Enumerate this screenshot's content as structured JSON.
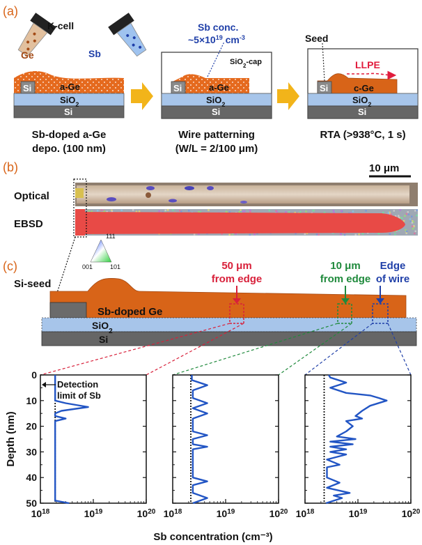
{
  "panel_a": {
    "label": "(a)",
    "kcell": "K-cell",
    "ge_source": "Ge",
    "sb_source": "Sb",
    "layer_si": "Si",
    "layer_sio2_a": "SiO",
    "sub2": "2",
    "layer_age": "a-Ge",
    "layer_cge": "c-Ge",
    "sb_conc_1": "Sb conc.",
    "sb_conc_2": "~5×10",
    "sb_conc_exp": "19",
    "sb_conc_unit": "cm",
    "sb_conc_unit_exp": "-3",
    "sio2cap_a": "SiO",
    "sio2cap_b": "-cap",
    "seed": "Seed",
    "llpe": "LLPE",
    "step1_l1": "Sb-doped a-Ge",
    "step1_l2": "depo. (100 nm)",
    "step2_l1": "Wire patterning",
    "step2_l2": "(W/L = 2/100 μm)",
    "step3_l1": "RTA (>938°C, 1 s)"
  },
  "panel_b": {
    "label": "(b)",
    "scale": "10 μm",
    "optical": "Optical",
    "ebsd": "EBSD",
    "ipf_111": "111",
    "ipf_001": "001",
    "ipf_101": "101"
  },
  "panel_c": {
    "label": "(c)",
    "si_seed": "Si-seed",
    "sb_doped_ge": "Sb-doped Ge",
    "sio2_a": "SiO",
    "sub2": "2",
    "si": "Si",
    "pos1_l1": "50 μm",
    "pos1_l2": "from edge",
    "pos2_l1": "10 μm",
    "pos2_l2": "from edge",
    "pos3_l1": "Edge",
    "pos3_l2": "of wire",
    "det_l1": "Detection",
    "det_l2": "limit of Sb",
    "colors": {
      "pos1": "#d8203a",
      "pos2": "#1f8a3c",
      "pos3": "#1f3fa8",
      "orange": "#d86418"
    }
  },
  "chart_data": [
    {
      "type": "line",
      "xlabel": "Sb concentration (cm⁻³)",
      "ylabel": "Depth (nm)",
      "x_scale": "log",
      "xlim": [
        1e+18,
        1e+20
      ],
      "ylim": [
        50,
        0
      ],
      "x_ticks": [
        "10",
        "10",
        "10"
      ],
      "x_tick_exp": [
        "18",
        "19",
        "20"
      ],
      "y_ticks": [
        "0",
        "10",
        "20",
        "30",
        "40",
        "50"
      ],
      "detection_limit": 1.9e+18,
      "series": [
        {
          "points": [
            [
              1.9e+18,
              0
            ],
            [
              1.9e+18,
              10
            ],
            [
              3e+18,
              11
            ],
            [
              8e+18,
              12.5
            ],
            [
              2.5e+18,
              14
            ],
            [
              1.9e+18,
              15
            ],
            [
              1.9e+18,
              16
            ],
            [
              3e+18,
              17
            ],
            [
              1.9e+18,
              18
            ],
            [
              1.9e+18,
              49
            ],
            [
              3.5e+18,
              50
            ]
          ]
        }
      ]
    },
    {
      "type": "line",
      "xlabel": "Sb concentration (cm⁻³)",
      "ylabel": "Depth (nm)",
      "x_scale": "log",
      "xlim": [
        1e+18,
        1e+20
      ],
      "ylim": [
        50,
        0
      ],
      "x_ticks": [
        "10",
        "10",
        "10"
      ],
      "x_tick_exp": [
        "18",
        "19",
        "20"
      ],
      "y_ticks": [
        "0",
        "10",
        "20",
        "30",
        "40",
        "50"
      ],
      "detection_limit": 2.2e+18,
      "series": [
        {
          "points": [
            [
              2.3e+18,
              0
            ],
            [
              2.3e+18,
              2
            ],
            [
              4.5e+18,
              4
            ],
            [
              2.4e+18,
              6
            ],
            [
              2.4e+18,
              9
            ],
            [
              4.5e+18,
              11
            ],
            [
              2.4e+18,
              13
            ],
            [
              4.5e+18,
              15
            ],
            [
              2.4e+18,
              17
            ],
            [
              2.4e+18,
              22
            ],
            [
              4.5e+18,
              23.5
            ],
            [
              2.4e+18,
              25
            ],
            [
              2.4e+18,
              27
            ],
            [
              4.5e+18,
              28
            ],
            [
              2.4e+18,
              29
            ],
            [
              2.4e+18,
              40
            ],
            [
              4.5e+18,
              41.5
            ],
            [
              2.4e+18,
              43
            ],
            [
              2.4e+18,
              46
            ],
            [
              4.5e+18,
              48
            ],
            [
              2.4e+18,
              50
            ]
          ]
        }
      ]
    },
    {
      "type": "line",
      "xlabel": "Sb concentration (cm⁻³)",
      "ylabel": "Depth (nm)",
      "x_scale": "log",
      "xlim": [
        1e+18,
        1e+20
      ],
      "ylim": [
        50,
        0
      ],
      "x_ticks": [
        "10",
        "10",
        "10"
      ],
      "x_tick_exp": [
        "18",
        "19",
        "20"
      ],
      "y_ticks": [
        "0",
        "10",
        "20",
        "30",
        "40",
        "50"
      ],
      "detection_limit": 2.3e+18,
      "series": [
        {
          "points": [
            [
              2.8e+18,
              0
            ],
            [
              3e+18,
              1
            ],
            [
              6e+18,
              3
            ],
            [
              3e+18,
              5
            ],
            [
              6e+18,
              7
            ],
            [
              1.7e+19,
              8
            ],
            [
              2.5e+19,
              9
            ],
            [
              3.5e+19,
              10
            ],
            [
              1.7e+19,
              12
            ],
            [
              1.2e+19,
              14
            ],
            [
              9e+18,
              16
            ],
            [
              1.2e+19,
              17
            ],
            [
              6e+18,
              18
            ],
            [
              8e+18,
              20
            ],
            [
              6e+18,
              22
            ],
            [
              4e+18,
              24
            ],
            [
              9e+18,
              25
            ],
            [
              3e+18,
              26
            ],
            [
              8e+18,
              27
            ],
            [
              3e+18,
              28
            ],
            [
              6e+18,
              29
            ],
            [
              3e+18,
              30
            ],
            [
              6e+18,
              31
            ],
            [
              2.6e+18,
              33
            ],
            [
              4.5e+18,
              35
            ],
            [
              2.6e+18,
              36
            ],
            [
              2.6e+18,
              40
            ],
            [
              4.5e+18,
              42
            ],
            [
              2.6e+18,
              44
            ],
            [
              7e+18,
              46
            ],
            [
              3.5e+18,
              47
            ],
            [
              5e+18,
              48
            ],
            [
              2.5e+18,
              50
            ]
          ]
        }
      ]
    }
  ]
}
